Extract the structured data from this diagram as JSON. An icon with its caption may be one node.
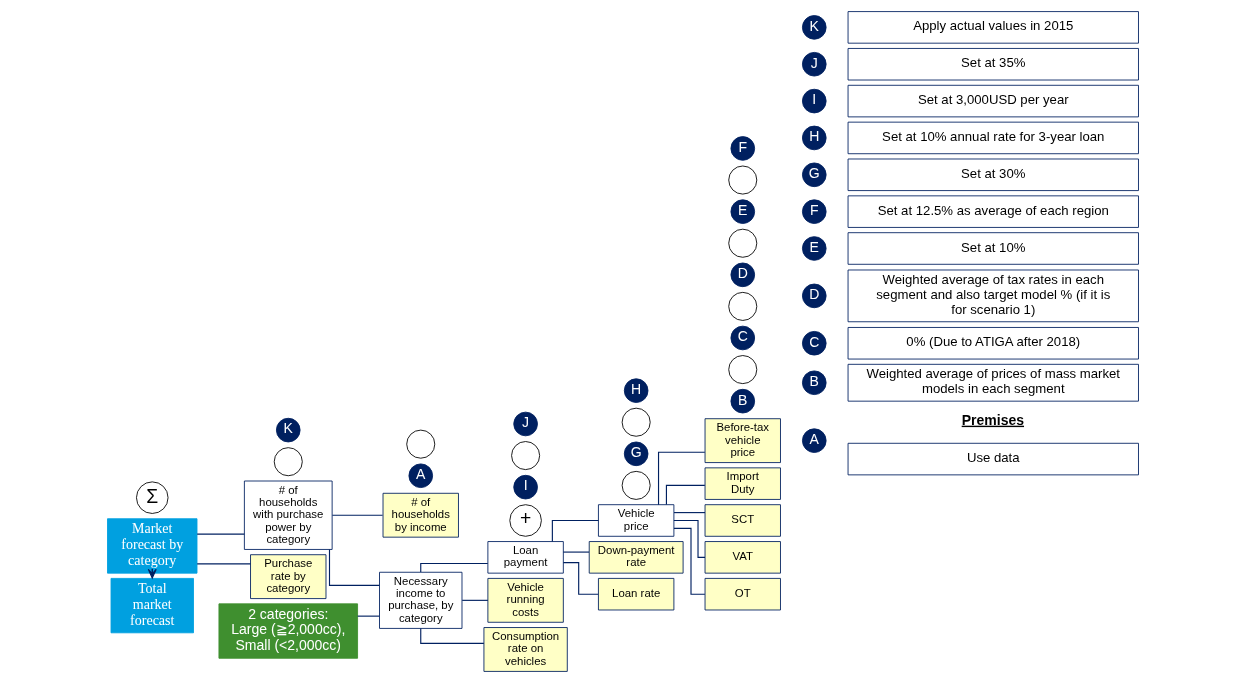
{
  "diagram": {
    "nodes": [
      {
        "text": [
          "Total market forecast"
        ]
      },
      {
        "text": [
          "Σ"
        ]
      },
      {
        "text": [
          "Market forecast by category"
        ]
      },
      {
        "text": [
          "# of households with purchase power by category"
        ]
      },
      {
        "text": [
          "A"
        ]
      },
      {
        "text": [
          "# of households by income"
        ]
      },
      {
        "text": [],
        "shape": "circle"
      },
      {
        "text": [
          "Necessary income to purchase, by category"
        ]
      },
      {
        "text": [],
        "shape": "circle"
      },
      {
        "text": [
          "2 categories: Large (≧2,000cc), Small (<2,000cc)"
        ]
      },
      {
        "text": [
          "K"
        ]
      },
      {
        "text": [
          "Purchase rate by category"
        ]
      },
      {
        "text": [
          "Loan payment"
        ]
      },
      {
        "text": [
          "+"
        ]
      },
      {
        "text": [
          "I"
        ]
      },
      {
        "text": [
          "Vehicle running costs"
        ]
      },
      {
        "text": [],
        "shape": "circle"
      },
      {
        "text": [
          "J"
        ]
      },
      {
        "text": [
          "Consumption rate on vehicles"
        ]
      },
      {
        "text": [
          "Vehicle price"
        ]
      },
      {
        "text": [],
        "shape": "circle"
      },
      {
        "text": [
          "G"
        ]
      },
      {
        "text": [
          "Down-payment rate"
        ]
      },
      {
        "text": [],
        "shape": "circle"
      },
      {
        "text": [
          "H"
        ]
      },
      {
        "text": [
          "Loan rate"
        ]
      },
      {
        "text": [
          "B"
        ]
      },
      {
        "text": [
          "Before-tax vehicle price"
        ]
      },
      {
        "text": [],
        "shape": "circle"
      },
      {
        "text": [
          "C"
        ]
      },
      {
        "text": [
          "Import Duty"
        ]
      },
      {
        "text": [],
        "shape": "circle"
      },
      {
        "text": [
          "D"
        ]
      },
      {
        "text": [
          "SCT"
        ]
      },
      {
        "text": [],
        "shape": "circle"
      },
      {
        "text": [
          "E"
        ]
      },
      {
        "text": [
          "VAT"
        ]
      },
      {
        "text": [],
        "shape": "circle"
      },
      {
        "text": [
          "F"
        ]
      },
      {
        "text": [
          "OT"
        ]
      },
      {
        "text": [
          "A"
        ]
      },
      {
        "text": [
          "Use data"
        ]
      },
      {
        "text": [
          "B"
        ]
      },
      {
        "text": [
          "Weighted average of prices of mass market models in each segment"
        ]
      },
      {
        "text": [
          "C"
        ]
      },
      {
        "text": [
          "0% (Due to ATIGA after 2018)"
        ]
      },
      {
        "text": [
          "D"
        ]
      },
      {
        "text": [
          "Weighted average of tax rates in each segment and also target model % (if it is for scenario 1)"
        ]
      },
      {
        "text": [
          "E"
        ]
      },
      {
        "text": [
          "Set at 10%"
        ]
      },
      {
        "text": [
          "F"
        ]
      },
      {
        "text": [
          "Set at 12.5% as average of each region"
        ]
      },
      {
        "text": [
          "G"
        ]
      },
      {
        "text": [
          "Set at 30%"
        ]
      },
      {
        "text": [
          "H"
        ]
      },
      {
        "text": [
          "Set at 10% annual rate for 3-year loan"
        ]
      },
      {
        "text": [
          "I"
        ]
      },
      {
        "text": [
          "Set at 3,000USD per year"
        ]
      },
      {
        "text": [
          "J"
        ]
      },
      {
        "text": [
          "Set at 35%"
        ]
      },
      {
        "text": [
          "K"
        ]
      },
      {
        "text": [
          "Apply actual values in 2015"
        ]
      }
    ],
    "edges": [
      {
        "from": 2,
        "to": 0,
        "arrow": "to"
      },
      {
        "from": 2,
        "to": 3,
        "arrow": "none"
      },
      {
        "from": 2,
        "to": 11,
        "arrow": "none"
      },
      {
        "from": 3,
        "to": 5,
        "arrow": "none"
      },
      {
        "from": 3,
        "to": 7,
        "arrow": "none"
      },
      {
        "from": 7,
        "to": 12,
        "arrow": "none"
      },
      {
        "from": 7,
        "to": 15,
        "arrow": "none"
      },
      {
        "from": 7,
        "to": 18,
        "arrow": "none"
      },
      {
        "from": 12,
        "to": 19,
        "arrow": "none"
      },
      {
        "from": 12,
        "to": 22,
        "arrow": "none"
      },
      {
        "from": 12,
        "to": 25,
        "arrow": "none"
      },
      {
        "from": 19,
        "to": 27,
        "arrow": "none"
      },
      {
        "from": 19,
        "to": 30,
        "arrow": "none"
      },
      {
        "from": 19,
        "to": 33,
        "arrow": "none"
      },
      {
        "from": 19,
        "to": 36,
        "arrow": "none"
      },
      {
        "from": 19,
        "to": 39,
        "arrow": "none"
      },
      {
        "from": 9,
        "to": 7,
        "arrow": "none"
      }
    ],
    "labels": [
      "Premises"
    ]
  }
}
